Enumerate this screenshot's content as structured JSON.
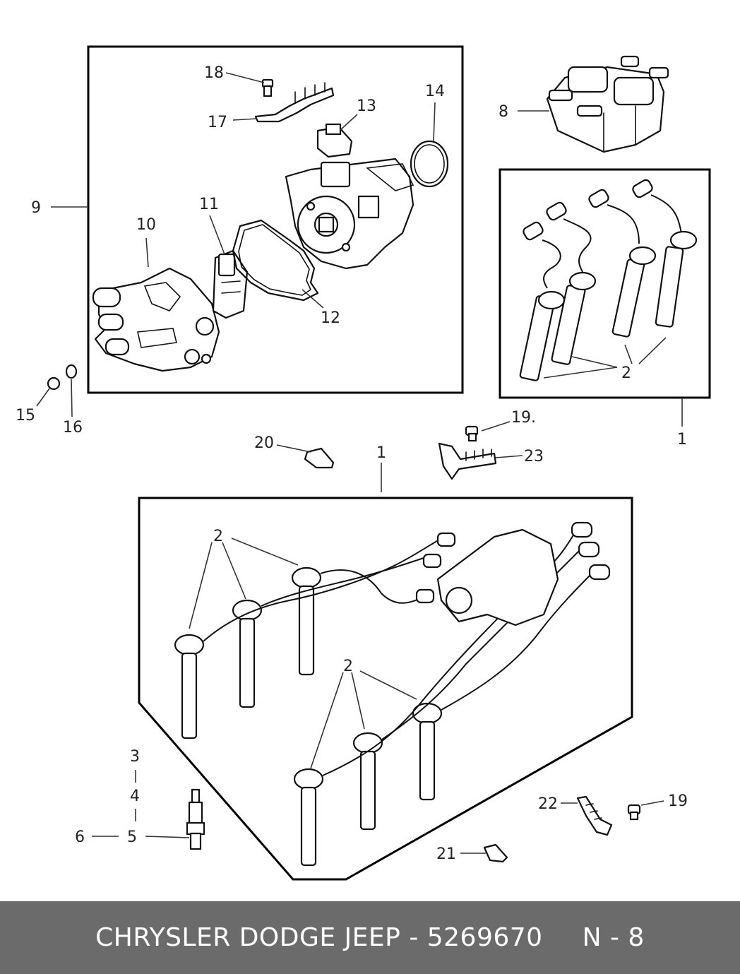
{
  "footer": {
    "brand_part": "CHRYSLER DODGE JEEP - 5269670",
    "page_code": "N - 8"
  },
  "callouts": {
    "c1a": "1",
    "c1b": "1",
    "c2a": "2",
    "c2b": "2",
    "c2c": "2",
    "c3": "3",
    "c4": "4",
    "c5": "5",
    "c6": "6",
    "c8": "8",
    "c9": "9",
    "c10": "10",
    "c11": "11",
    "c12": "12",
    "c13": "13",
    "c14": "14",
    "c15": "15",
    "c16": "16",
    "c17": "17",
    "c18": "18",
    "c19a": "19.",
    "c19b": "19",
    "c20": "20",
    "c21": "21",
    "c22": "22",
    "c23": "23"
  }
}
